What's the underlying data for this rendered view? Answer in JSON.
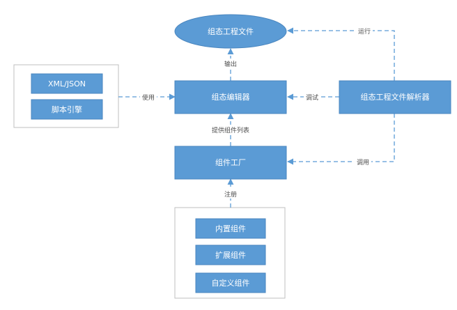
{
  "colors": {
    "node_fill": "#5b9bd5",
    "node_stroke": "#4a86bf",
    "edge": "#5b9bd5",
    "group_border": "#bfbfbf",
    "group_fill": "#ffffff",
    "text_light": "#ffffff",
    "text_dark": "#4d4d4d"
  },
  "nodes": {
    "output_file": "组态工程文件",
    "editor": "组态编辑器",
    "parser": "组态工程文件解析器",
    "factory": "组件工厂",
    "xml_json": "XML/JSON",
    "script_engine": "脚本引擎",
    "builtin": "内置组件",
    "extended": "扩展组件",
    "custom": "自定义组件"
  },
  "edges": {
    "output": "输出",
    "use": "使用",
    "debug": "调试",
    "run": "运行",
    "provide_list": "提供组件列表",
    "call": "调用",
    "register": "注册"
  }
}
